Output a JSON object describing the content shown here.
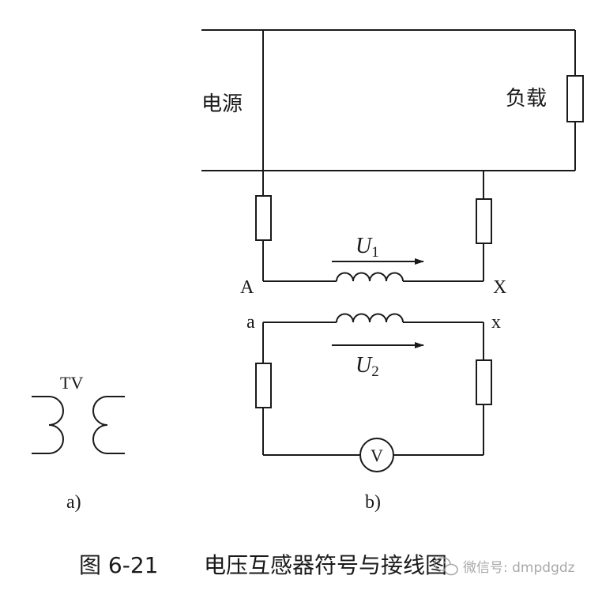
{
  "labels": {
    "source": "电源",
    "load": "负载",
    "tv": "TV",
    "terminal_A": "A",
    "terminal_X": "X",
    "terminal_a": "a",
    "terminal_x": "x",
    "u1_main": "U",
    "u1_sub": "1",
    "u2_main": "U",
    "u2_sub": "2",
    "voltmeter": "V",
    "panel_a": "a)",
    "panel_b": "b)"
  },
  "caption": {
    "number": "图 6-21",
    "title": "电压互感器符号与接线图"
  },
  "watermark": {
    "text": "微信号: dmpdgdz"
  },
  "colors": {
    "line": "#1a1a1a",
    "background": "#ffffff",
    "watermark": "#9a9a9a"
  }
}
